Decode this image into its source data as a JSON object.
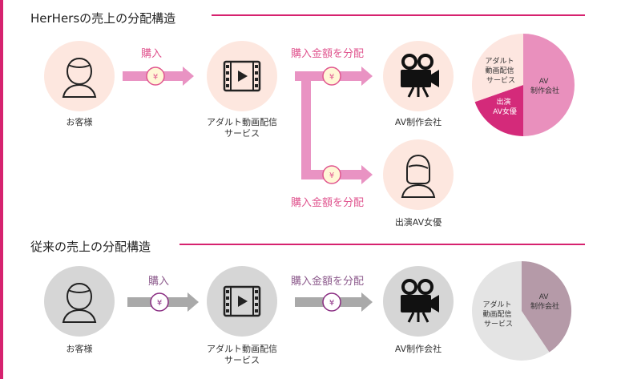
{
  "colors": {
    "accent": "#d6226f",
    "pink_light": "#fde7df",
    "pink_arrow": "#e993c3",
    "pink_text": "#e0558f",
    "gray_node": "#d6d6d6",
    "gray_arrow": "#a9a9a9",
    "purple_text": "#8c5a8c",
    "yen_pink": "#e0558f",
    "yen_purple": "#8a2c82",
    "pie_pink": "#e990bd",
    "pie_magenta": "#d42a7a",
    "pie_light": "#fde6e0",
    "pie_mauve": "#b59aa8",
    "pie_gray": "#e4e4e4"
  },
  "herhers": {
    "title": "HerHersの売上の分配構造",
    "customer_label": "お客様",
    "service_label": "アダルト動画配信\nサービス",
    "company_label": "AV制作会社",
    "actress_label": "出演AV女優",
    "purchase_label": "購入",
    "distribute_label_top": "購入金額を分配",
    "distribute_label_bottom": "購入金額を分配",
    "yen": "¥",
    "icons": [
      "person-icon",
      "film-icon",
      "movie-camera-icon",
      "woman-icon"
    ],
    "pie": {
      "company": "AV\n制作会社",
      "service": "アダルト\n動画配信\nサービス",
      "actress": "出演\nAV女優"
    }
  },
  "traditional": {
    "title": "従来の売上の分配構造",
    "customer_label": "お客様",
    "service_label": "アダルト動画配信\nサービス",
    "company_label": "AV制作会社",
    "purchase_label": "購入",
    "distribute_label": "購入金額を分配",
    "yen": "¥",
    "icons": [
      "person-icon",
      "film-icon",
      "movie-camera-icon"
    ],
    "pie": {
      "company": "AV\n制作会社",
      "service": "アダルト\n動画配信\nサービス"
    }
  }
}
